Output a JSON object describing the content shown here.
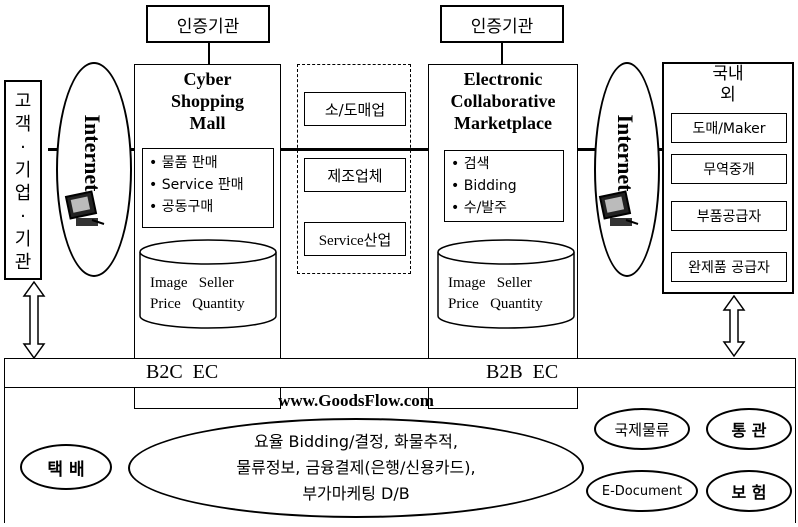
{
  "cert_authority": [
    "인증기관",
    "인증기관"
  ],
  "customer_label": [
    "고",
    "객",
    "·",
    "기",
    "업",
    "·",
    "기",
    "관"
  ],
  "internet_label": "Internet",
  "cyber_mall": {
    "title_lines": [
      "Cyber",
      "Shopping",
      "Mall"
    ],
    "bullets": [
      "• 물품 판매",
      "• Service 판매",
      "• 공동구매"
    ],
    "db_lines": [
      "Image   Seller",
      "Price   Quantity"
    ]
  },
  "middle_column": [
    "소/도매업",
    "제조업체",
    "Service산업"
  ],
  "marketplace": {
    "title_lines": [
      "Electronic",
      "Collaborative",
      "Marketplace"
    ],
    "bullets": [
      "• 검색",
      "• Bidding",
      "• 수/발주"
    ],
    "db_lines": [
      "Image   Seller",
      "Price   Quantity"
    ]
  },
  "domestic": {
    "title_lines": [
      "국내",
      "외"
    ],
    "items": [
      "도매/Maker",
      "무역중개",
      "부품공급자",
      "완제품 공급자"
    ]
  },
  "bus": {
    "left_label": "B2C  EC",
    "right_label": "B2B  EC",
    "site": "www.GoodsFlow.com"
  },
  "services": {
    "delivery": "택 배",
    "center_lines": [
      "요율 Bidding/결정, 화물추적,",
      "물류정보, 금융결제(은행/신용카드),",
      "부가마케팅 D/B"
    ],
    "intl_logistics": "국제물류",
    "customs": "통 관",
    "edoc": "E-Document",
    "insurance": "보 험"
  }
}
